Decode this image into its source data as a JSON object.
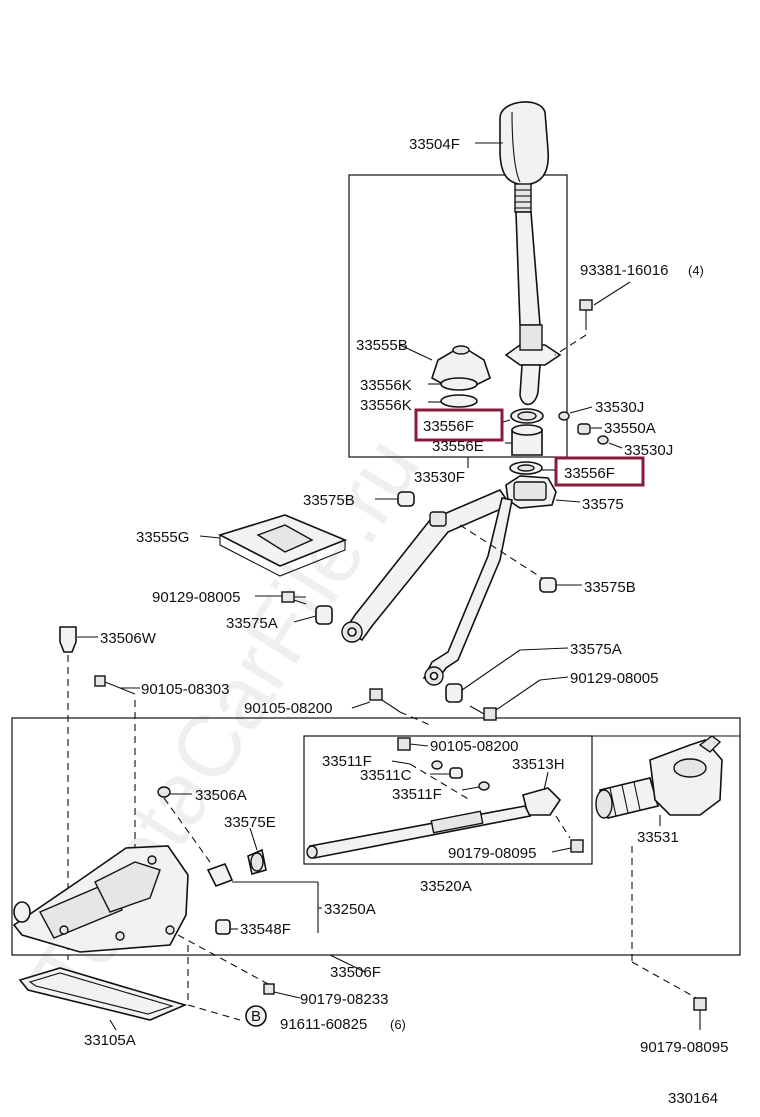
{
  "diagram": {
    "code": "330164",
    "watermark": "ToyotaCarFile.ru",
    "highlight_color": "#8b1a3a",
    "labels": {
      "p33504F": "33504F",
      "p93381": "93381-16016",
      "p93381_qty": "(4)",
      "p33555B": "33555B",
      "p33556K_1": "33556K",
      "p33556K_2": "33556K",
      "p33556F_a": "33556F",
      "p33556E": "33556E",
      "p33530J_1": "33530J",
      "p33550A": "33550A",
      "p33530J_2": "33530J",
      "p33556F_b": "33556F",
      "p33530F": "33530F",
      "p33575B_1": "33575B",
      "p33575": "33575",
      "p33555G": "33555G",
      "p33575B_2": "33575B",
      "p90129_1": "90129-08005",
      "p33575A_1": "33575A",
      "p33506W": "33506W",
      "p33575A_2": "33575A",
      "p90129_2": "90129-08005",
      "p90105_08303": "90105-08303",
      "p90105_08200_a": "90105-08200",
      "p90105_08200_b": "90105-08200",
      "p33511F_1": "33511F",
      "p33511C": "33511C",
      "p33511F_2": "33511F",
      "p33513H": "33513H",
      "p33506A": "33506A",
      "p33575E": "33575E",
      "p33531": "33531",
      "p90179_08095_a": "90179-08095",
      "p33520A": "33520A",
      "p33250A": "33250A",
      "p33548F": "33548F",
      "p33506F": "33506F",
      "p90179_08233": "90179-08233",
      "pB_letter": "B",
      "p91611": "91611-60825",
      "p91611_qty": "(6)",
      "p33105A": "33105A",
      "p90179_08095_b": "90179-08095"
    }
  }
}
